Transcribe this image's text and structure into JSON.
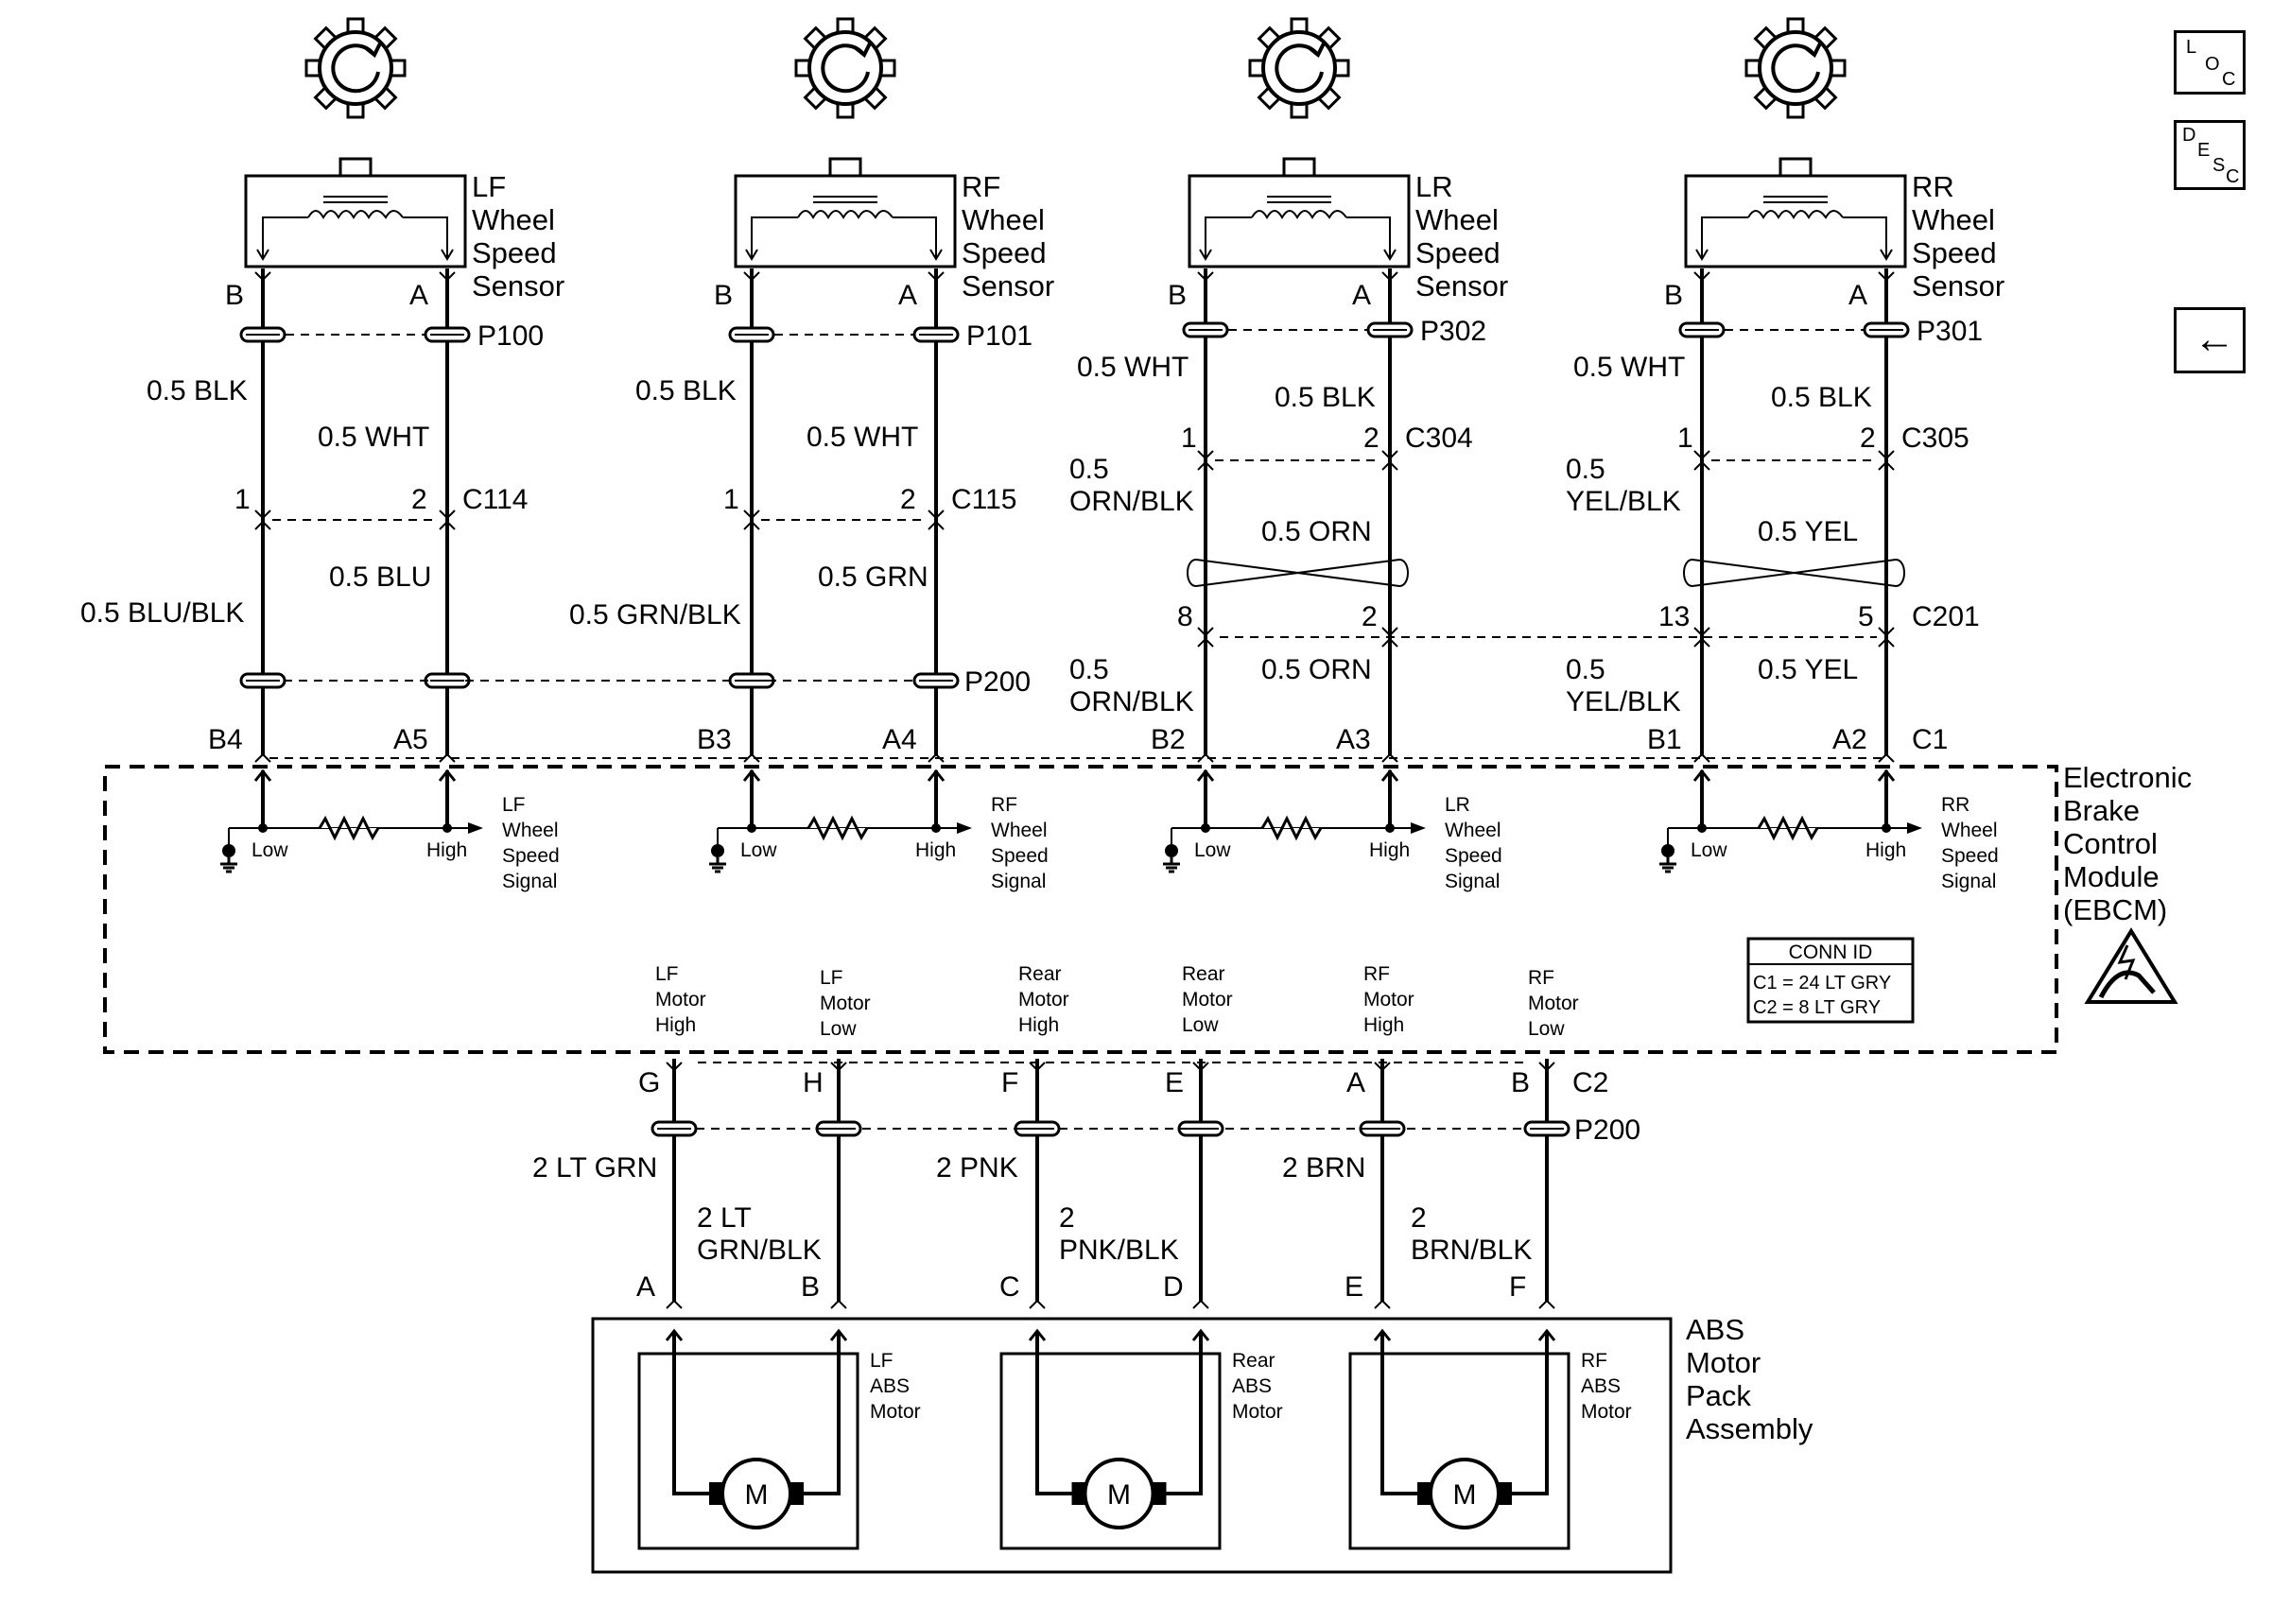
{
  "sensors": [
    {
      "name": "LF Wheel Speed Sensor",
      "lines": [
        "LF",
        "Wheel",
        "Speed",
        "Sensor"
      ],
      "pin_b": "B",
      "pin_a": "A",
      "inline_conn": "P100",
      "wire_b_top": "0.5 BLK",
      "wire_a_top": "0.5 WHT",
      "mid_conn": "C114",
      "mid_b": "1",
      "mid_a": "2",
      "wire_b_bottom": "0.5 BLU/BLK",
      "wire_a_bottom": "0.5 BLU",
      "ebcm_b": "B4",
      "ebcm_a": "A5"
    },
    {
      "name": "RF Wheel Speed Sensor",
      "lines": [
        "RF",
        "Wheel",
        "Speed",
        "Sensor"
      ],
      "pin_b": "B",
      "pin_a": "A",
      "inline_conn": "P101",
      "wire_b_top": "0.5 BLK",
      "wire_a_top": "0.5 WHT",
      "mid_conn": "C115",
      "mid_b": "1",
      "mid_a": "2",
      "wire_b_bottom": "0.5 GRN/BLK",
      "wire_a_bottom": "0.5 GRN",
      "ebcm_b": "B3",
      "ebcm_a": "A4"
    },
    {
      "name": "LR Wheel Speed Sensor",
      "lines": [
        "LR",
        "Wheel",
        "Speed",
        "Sensor"
      ],
      "pin_b": "B",
      "pin_a": "A",
      "inline_conn": "P302",
      "wire_b_top": "0.5 WHT",
      "wire_a_top": "0.5 BLK",
      "mid_conn": "C304",
      "mid_b": "1",
      "mid_a": "2",
      "twist_b": [
        "0.5",
        "ORN/BLK"
      ],
      "twist_a": "0.5 ORN",
      "c201_b": "8",
      "c201_a": "2",
      "wire_b_bottom": [
        "0.5",
        "ORN/BLK"
      ],
      "wire_a_bottom": "0.5 ORN",
      "ebcm_b": "B2",
      "ebcm_a": "A3"
    },
    {
      "name": "RR Wheel Speed Sensor",
      "lines": [
        "RR",
        "Wheel",
        "Speed",
        "Sensor"
      ],
      "pin_b": "B",
      "pin_a": "A",
      "inline_conn": "P301",
      "wire_b_top": "0.5 WHT",
      "wire_a_top": "0.5 BLK",
      "mid_conn": "C305",
      "mid_b": "1",
      "mid_a": "2",
      "twist_b": [
        "0.5",
        "YEL/BLK"
      ],
      "twist_a": "0.5 YEL",
      "c201_b": "13",
      "c201_a": "5",
      "wire_b_bottom": [
        "0.5",
        "YEL/BLK"
      ],
      "wire_a_bottom": "0.5 YEL",
      "ebcm_b": "B1",
      "ebcm_a": "A2"
    }
  ],
  "connectors": {
    "c201": "C201",
    "p200": "P200",
    "c1": "C1",
    "c2": "C2"
  },
  "ebcm": {
    "lines": [
      "Electronic",
      "Brake",
      "Control",
      "Module",
      "(EBCM)"
    ],
    "low_label": "Low",
    "high_label": "High",
    "signals": [
      [
        "LF",
        "Wheel",
        "Speed",
        "Signal"
      ],
      [
        "RF",
        "Wheel",
        "Speed",
        "Signal"
      ],
      [
        "LR",
        "Wheel",
        "Speed",
        "Signal"
      ],
      [
        "RR",
        "Wheel",
        "Speed",
        "Signal"
      ]
    ],
    "motor_outputs": [
      [
        "LF",
        "Motor",
        "High"
      ],
      [
        "LF",
        "Motor",
        "Low"
      ],
      [
        "Rear",
        "Motor",
        "High"
      ],
      [
        "Rear",
        "Motor",
        "Low"
      ],
      [
        "RF",
        "Motor",
        "High"
      ],
      [
        "RF",
        "Motor",
        "Low"
      ]
    ],
    "conn_id": {
      "title": "CONN ID",
      "c1": "C1 = 24 LT GRY",
      "c2": "C2 = 8 LT GRY"
    }
  },
  "motor_wires": {
    "ebcm_pins": [
      "G",
      "H",
      "F",
      "E",
      "A",
      "B"
    ],
    "colors": [
      [
        "2 LT GRN"
      ],
      [
        "2 LT",
        "GRN/BLK"
      ],
      [
        "2 PNK"
      ],
      [
        "2",
        "PNK/BLK"
      ],
      [
        "2 BRN"
      ],
      [
        "2",
        "BRN/BLK"
      ]
    ],
    "motor_pins": [
      "A",
      "B",
      "C",
      "D",
      "E",
      "F"
    ]
  },
  "motor_pack": {
    "lines": [
      "ABS",
      "Motor",
      "Pack",
      "Assembly"
    ],
    "motors": [
      [
        "LF",
        "ABS",
        "Motor"
      ],
      [
        "Rear",
        "ABS",
        "Motor"
      ],
      [
        "RF",
        "ABS",
        "Motor"
      ]
    ],
    "motor_symbol": "M"
  },
  "nav": {
    "loc": {
      "a": "L",
      "b": "O",
      "c": "C"
    },
    "desc": {
      "a": "D",
      "b": "E",
      "c": "S",
      "d": "C"
    },
    "back_arrow": "←"
  }
}
